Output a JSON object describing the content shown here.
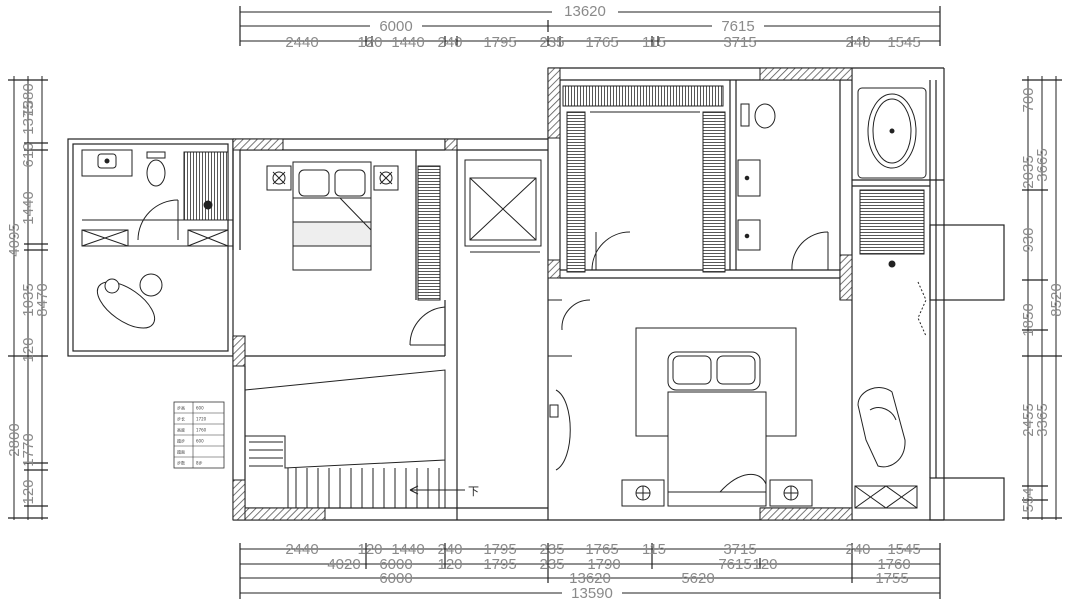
{
  "drawing": {
    "type": "architectural floor plan",
    "stair_direction_label": "下"
  },
  "dimensions": {
    "top_total": "13620",
    "top_left": "6000",
    "top_right": "7615",
    "top_row3": [
      "2440",
      "120",
      "1440",
      "240",
      "1795",
      "235",
      "1765",
      "115",
      "3715",
      "240",
      "1545"
    ],
    "bottom_row1": [
      "2440",
      "120",
      "1440",
      "240",
      "1795",
      "235",
      "1765",
      "115",
      "3715",
      "240",
      "1545"
    ],
    "bottom_row2": [
      "4020",
      "6000",
      "120",
      "1795",
      "235",
      "1790",
      "7615",
      "120",
      "1760"
    ],
    "bottom_row3": [
      "6000",
      "13620",
      "5620",
      "1755"
    ],
    "bottom_total": "13590",
    "left_outer": [
      "4095",
      "2800"
    ],
    "left_mid": [
      "8470"
    ],
    "left_inner": [
      "1380",
      "1375",
      "610",
      "1440",
      "1035",
      "120",
      "1770",
      "120"
    ],
    "right_inner": [
      "700",
      "2035",
      "930",
      "1850",
      "2455",
      "554"
    ],
    "right_mid": [
      "3665",
      "3365"
    ],
    "right_outer": [
      "8520"
    ]
  },
  "legend_table": {
    "rows": [
      [
        "步高",
        "600"
      ],
      [
        "步长",
        "1720"
      ],
      [
        "高度",
        "1760"
      ],
      [
        "踏步",
        "600"
      ],
      [
        "踏面",
        ""
      ],
      [
        "步数",
        "8步"
      ]
    ]
  }
}
